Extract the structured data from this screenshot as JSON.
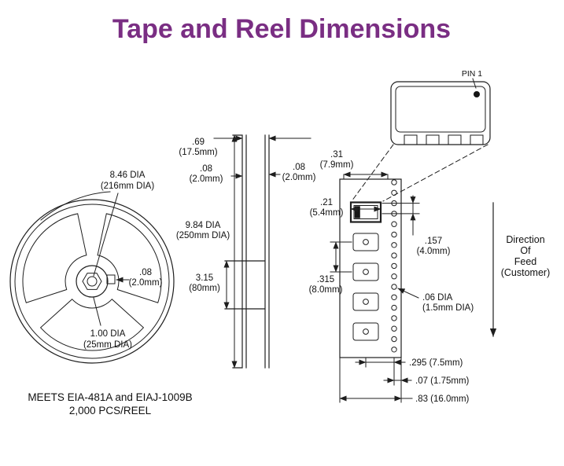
{
  "title": "Tape and Reel Dimensions",
  "colors": {
    "title": "#7a2e83",
    "line": "#1e1e1e"
  },
  "reel_front": {
    "outer_dia": "8.46 DIA",
    "outer_dia_mm": "(216mm DIA)",
    "hub_slot": ".08",
    "hub_slot_mm": "(2.0mm)",
    "center_dia": "1.00 DIA",
    "center_dia_mm": "(25mm DIA)",
    "standards": "MEETS EIA-481A and EIAJ-1009B",
    "capacity": "2,000 PCS/REEL"
  },
  "reel_side": {
    "overall_width": ".69",
    "overall_width_mm": "(17.5mm)",
    "flange_left": ".08",
    "flange_left_mm": "(2.0mm)",
    "flange_right": ".08",
    "flange_right_mm": "(2.0mm)",
    "flange_dia": "9.84 DIA",
    "flange_dia_mm": "(250mm DIA)",
    "hub_width": "3.15",
    "hub_width_mm": "(80mm)"
  },
  "tape": {
    "pin1": "PIN 1",
    "pocket_len": ".31",
    "pocket_len_mm": "(7.9mm)",
    "pocket_w": ".21",
    "pocket_w_mm": "(5.4mm)",
    "hole_pitch": ".157",
    "hole_pitch_mm": "(4.0mm)",
    "pocket_pitch": ".315",
    "pocket_pitch_mm": "(8.0mm)",
    "hole_dia": ".06 DIA",
    "hole_dia_mm": "(1.5mm DIA)",
    "f_dim": ".295 (7.5mm)",
    "edge_dim": ".07 (1.75mm)",
    "width_dim": ".83 (16.0mm)",
    "direction_1": "Direction",
    "direction_2": "Of",
    "direction_3": "Feed",
    "direction_4": "(Customer)"
  }
}
